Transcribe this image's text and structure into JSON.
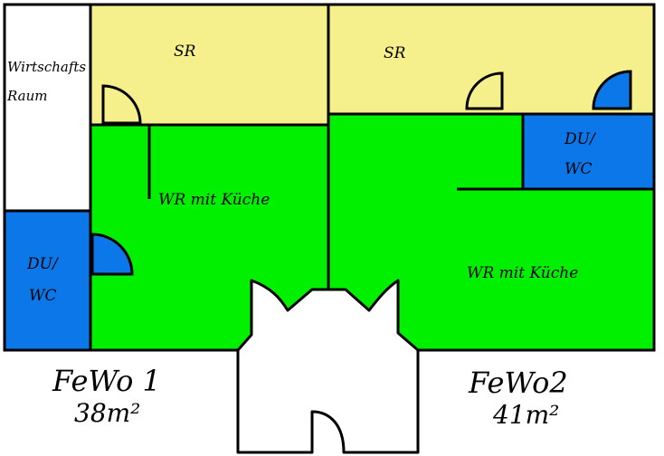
{
  "colors": {
    "sleeping_room": "#f6f08c",
    "living_room": "#00f000",
    "bathroom": "#0b77e8",
    "utility": "#ffffff",
    "walls": "#000000"
  },
  "utility_room": {
    "line1": "Wirtschafts",
    "line2": "Raum"
  },
  "unit1": {
    "sleeping_room_label": "SR",
    "living_room_label": "WR mit Küche",
    "bathroom_line1": "DU/",
    "bathroom_line2": "WC",
    "name": "FeWo 1",
    "area": "38m²"
  },
  "unit2": {
    "sleeping_room_label": "SR",
    "living_room_label": "WR mit Küche",
    "bathroom_line1": "DU/",
    "bathroom_line2": "WC",
    "name": "FeWo2",
    "area": "41m²"
  }
}
